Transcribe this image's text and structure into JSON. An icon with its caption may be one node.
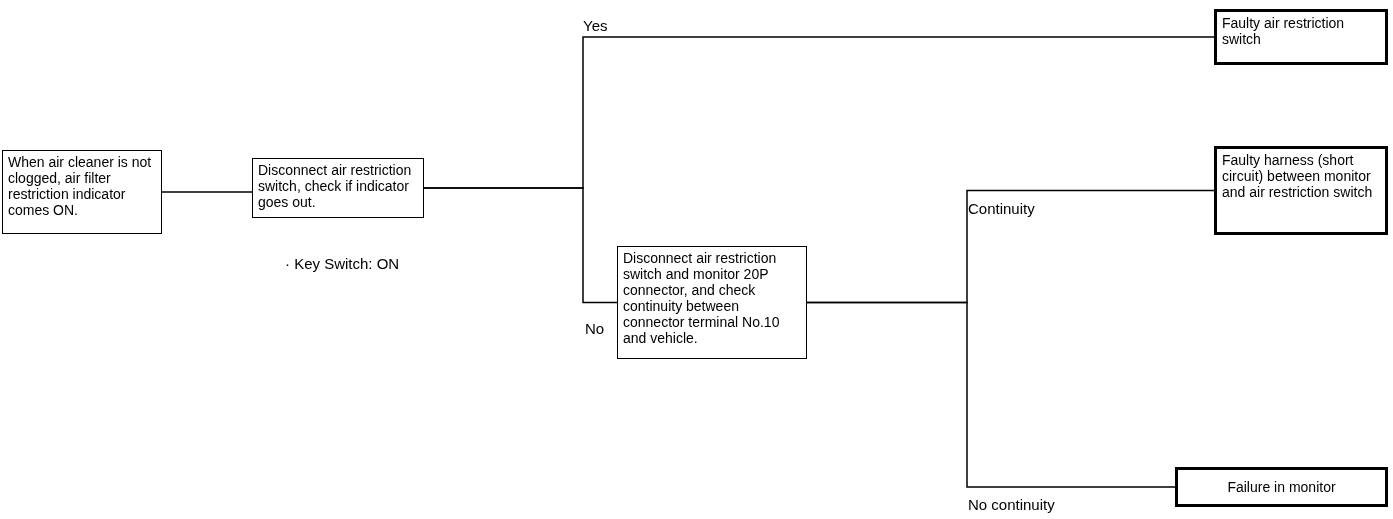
{
  "diagram": {
    "nodes": [
      {
        "text": [
          "When air cleaner is not clogged, air filter restriction indicator comes ON."
        ]
      },
      {
        "text": [
          "Disconnect air restriction switch, check if indicator goes out."
        ],
        "beside": [
          "· Key Switch: ON"
        ]
      },
      {
        "text": [
          "Disconnect air restriction switch and monitor 20P connector, and check continuity between connector terminal No.10 and vehicle."
        ]
      },
      {
        "text": [
          "Faulty air restriction switch"
        ]
      },
      {
        "text": [
          "Faulty harness (short circuit) between monitor and air restriction switch"
        ]
      },
      {
        "text": [
          "Failure in monitor"
        ]
      }
    ],
    "edges": [
      {
        "from": 0,
        "to": 1,
        "arrow": "none"
      },
      {
        "from": 1,
        "to": 3,
        "arrow": "none",
        "label": "Yes"
      },
      {
        "from": 1,
        "to": 2,
        "arrow": "none",
        "label": "No"
      },
      {
        "from": 2,
        "to": 4,
        "arrow": "none",
        "label": "Continuity"
      },
      {
        "from": 2,
        "to": 5,
        "arrow": "none",
        "label": "No continuity"
      }
    ]
  }
}
